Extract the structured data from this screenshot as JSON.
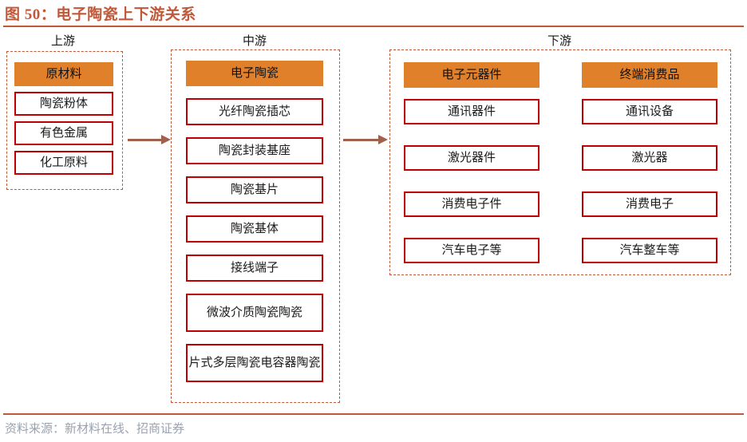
{
  "figure": {
    "title": "图 50：电子陶瓷上下游关系",
    "accent_color": "#C0593A",
    "header_fill_color": "#E0802B",
    "node_border_color": "#C00000",
    "arrow_color": "#A0604C",
    "source_text_color": "#9AA2B0"
  },
  "sections": {
    "upstream": {
      "label": "上游",
      "header": "原材料",
      "items": [
        "陶瓷粉体",
        "有色金属",
        "化工原料"
      ]
    },
    "midstream": {
      "label": "中游",
      "header": "电子陶瓷",
      "items": [
        "光纤陶瓷插芯",
        "陶瓷封装基座",
        "陶瓷基片",
        "陶瓷基体",
        "接线端子",
        "微波介质陶瓷陶瓷",
        "片式多层陶瓷电容器陶瓷"
      ]
    },
    "downstream": {
      "label": "下游",
      "columns": [
        {
          "header": "电子元器件",
          "items": [
            "通讯器件",
            "激光器件",
            "消费电子件",
            "汽车电子等"
          ]
        },
        {
          "header": "终端消费品",
          "items": [
            "通讯设备",
            "激光器",
            "消费电子",
            "汽车整车等"
          ]
        }
      ]
    }
  },
  "arrows": [
    {
      "name": "upstream-to-midstream"
    },
    {
      "name": "midstream-to-downstream"
    }
  ],
  "footer": {
    "source": "资料来源：新材料在线、招商证券"
  }
}
